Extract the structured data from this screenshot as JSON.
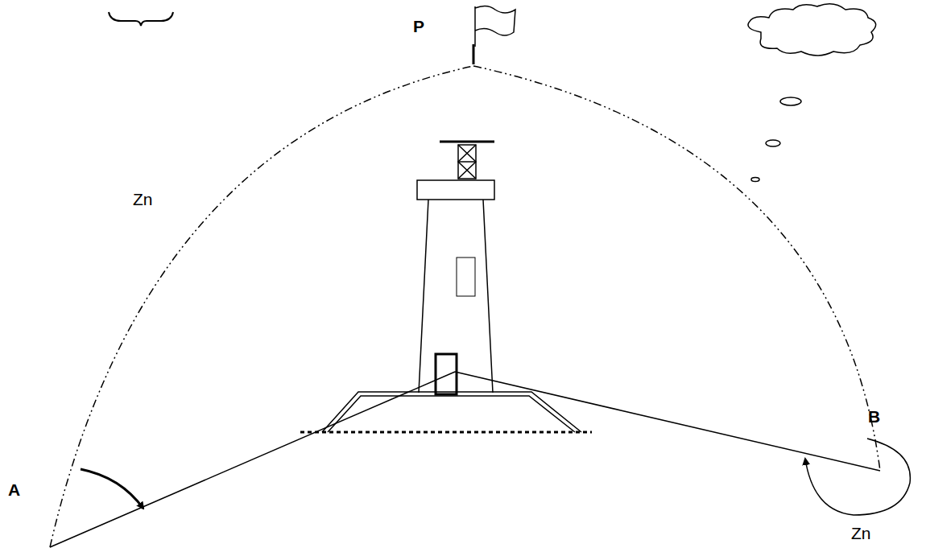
{
  "diagram": {
    "labels": [
      "P",
      "Zn",
      "A",
      "B",
      "Zn"
    ]
  }
}
